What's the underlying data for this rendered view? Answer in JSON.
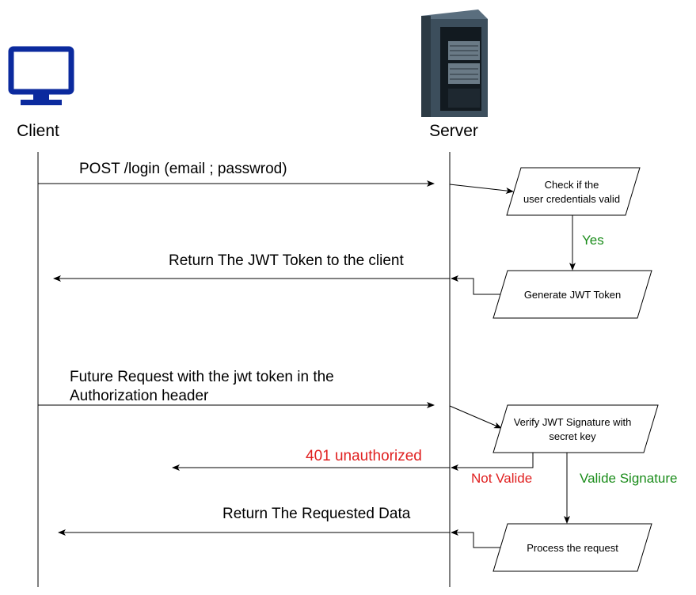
{
  "actors": {
    "client": {
      "label": "Client",
      "icon": "monitor-icon",
      "color": "#0b2a9e"
    },
    "server": {
      "label": "Server",
      "icon": "server-rack-icon"
    }
  },
  "messages": {
    "login": "POST /login (email ; passwrod)",
    "return_token": "Return The JWT Token to the client",
    "future_request_line1": "Future Request with the jwt token in the",
    "future_request_line2": "Authorization header",
    "unauthorized": "401 unauthorized",
    "return_data": "Return The Requested Data"
  },
  "process": {
    "check_line1": "Check if the",
    "check_line2": "user credentials valid",
    "generate": "Generate JWT Token",
    "verify_line1": "Verify JWT Signature with",
    "verify_line2": "secret key",
    "process_request": "Process the request"
  },
  "conditions": {
    "yes": "Yes",
    "not_valide": "Not Valide",
    "valide_signature": "Valide Signature"
  },
  "colors": {
    "success": "#1a8c1a",
    "error": "#e02020"
  }
}
